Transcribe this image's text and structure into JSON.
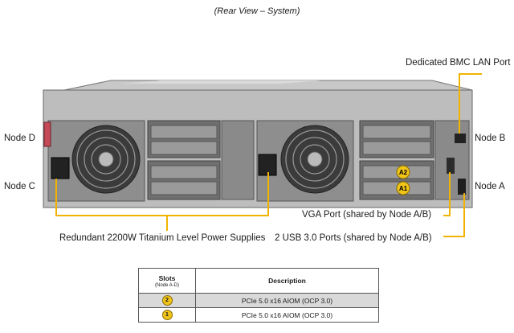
{
  "caption": "(Rear View – System)",
  "labels": {
    "node_d": "Node D",
    "node_c": "Node C",
    "node_b": "Node B",
    "node_a": "Node A",
    "bmc": "Dedicated BMC LAN Port",
    "vga": "VGA Port (shared by Node A/B)",
    "usb": "2 USB 3.0 Ports (shared by Node A/B)",
    "psu": "Redundant  2200W Titanium Level Power Supplies"
  },
  "slot_markers": [
    "A2",
    "A1"
  ],
  "table": {
    "col1_header": "Slots",
    "col1_sub": "(Node A-D)",
    "col2_header": "Description",
    "rows": [
      {
        "slot": "2",
        "desc": "PCIe 5.0 x16 AIOM (OCP 3.0)"
      },
      {
        "slot": "1",
        "desc": "PCIe 5.0 x16 AIOM (OCP 3.0)"
      }
    ]
  },
  "colors": {
    "callout": "#f0b400",
    "chassis": "#a9a9a9"
  }
}
